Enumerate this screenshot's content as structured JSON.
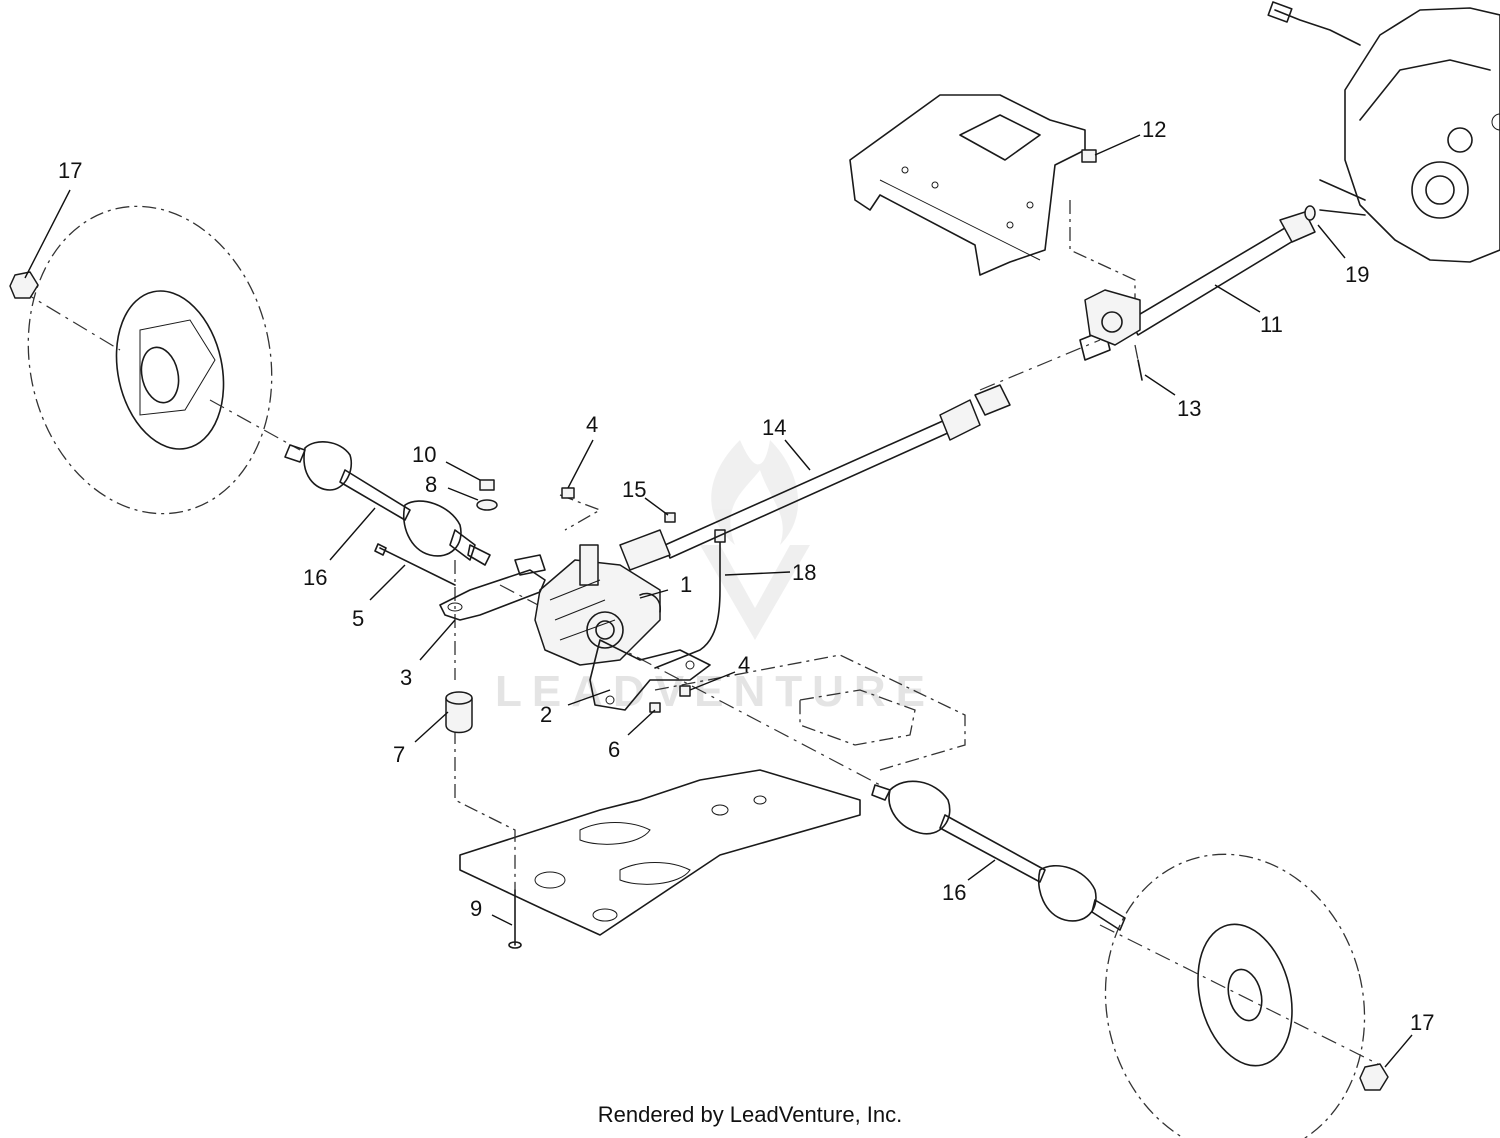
{
  "callouts": [
    {
      "label": "1"
    },
    {
      "label": "2"
    },
    {
      "label": "3"
    },
    {
      "label": "4"
    },
    {
      "label": "4"
    },
    {
      "label": "5"
    },
    {
      "label": "6"
    },
    {
      "label": "7"
    },
    {
      "label": "8"
    },
    {
      "label": "9"
    },
    {
      "label": "10"
    },
    {
      "label": "11"
    },
    {
      "label": "12"
    },
    {
      "label": "13"
    },
    {
      "label": "14"
    },
    {
      "label": "15"
    },
    {
      "label": "16"
    },
    {
      "label": "16"
    },
    {
      "label": "17"
    },
    {
      "label": "17"
    },
    {
      "label": "18"
    },
    {
      "label": "19"
    }
  ],
  "watermark": "LEADVENTURE",
  "footer": "Rendered by LeadVenture, Inc.",
  "colors": {
    "line": "#1a1a1a",
    "watermark": "#e4e4e4",
    "background": "#ffffff"
  }
}
